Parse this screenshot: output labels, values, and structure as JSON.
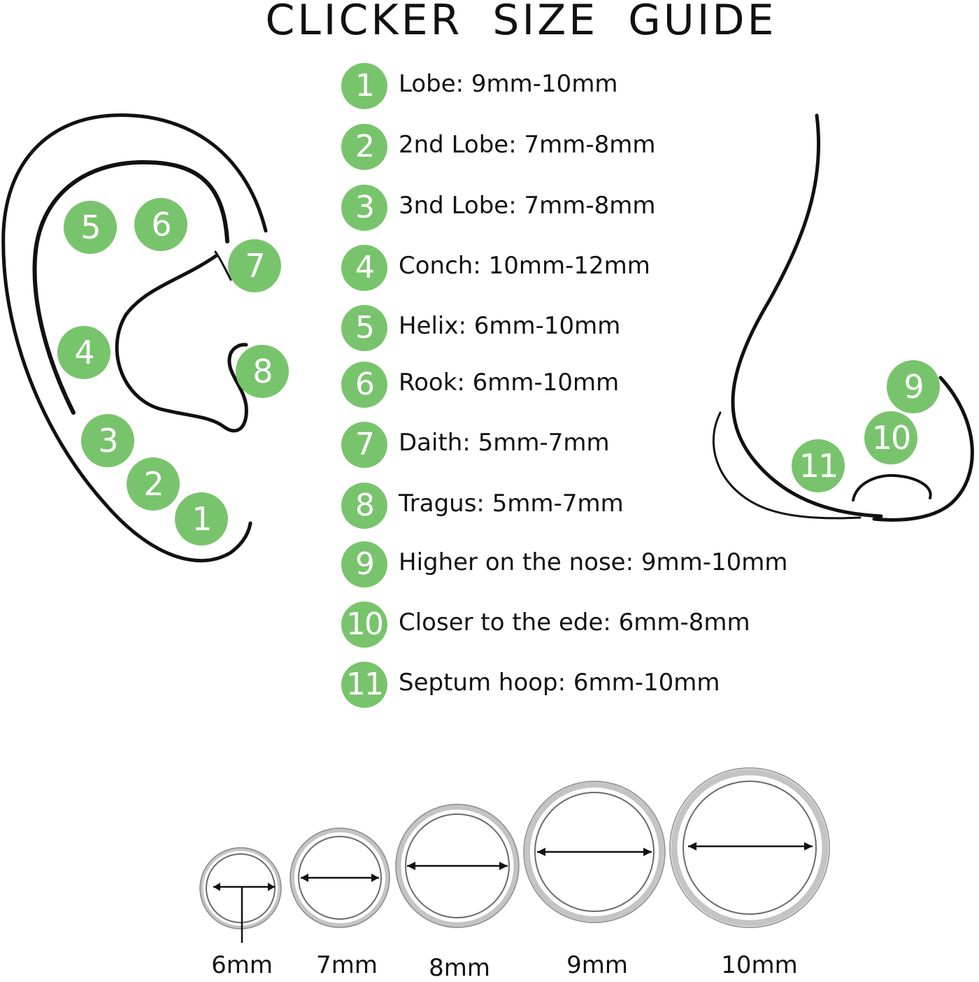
{
  "title": "CLICKER  SIZE  GUIDE",
  "colors": {
    "badge": "#78c46c",
    "line": "#111111",
    "ring": "#b9b9b9"
  },
  "legend": [
    {
      "num": "1",
      "text": "Lobe: 9mm-10mm"
    },
    {
      "num": "2",
      "text": "2nd Lobe: 7mm-8mm"
    },
    {
      "num": "3",
      "text": "3nd Lobe: 7mm-8mm"
    },
    {
      "num": "4",
      "text": "Conch: 10mm-12mm"
    },
    {
      "num": "5",
      "text": "Helix: 6mm-10mm"
    },
    {
      "num": "6",
      "text": "Rook: 6mm-10mm"
    },
    {
      "num": "7",
      "text": "Daith: 5mm-7mm"
    },
    {
      "num": "8",
      "text": "Tragus: 5mm-7mm"
    },
    {
      "num": "9",
      "text": "Higher on the nose: 9mm-10mm"
    },
    {
      "num": "10",
      "text": "Closer to the ede: 6mm-8mm"
    },
    {
      "num": "11",
      "text": "Septum hoop: 6mm-10mm"
    }
  ],
  "ear_markers": [
    "5",
    "6",
    "7",
    "4",
    "8",
    "3",
    "2",
    "1"
  ],
  "nose_markers": [
    "9",
    "10",
    "11"
  ],
  "ring_sizes": [
    "6mm",
    "7mm",
    "8mm",
    "9mm",
    "10mm"
  ]
}
